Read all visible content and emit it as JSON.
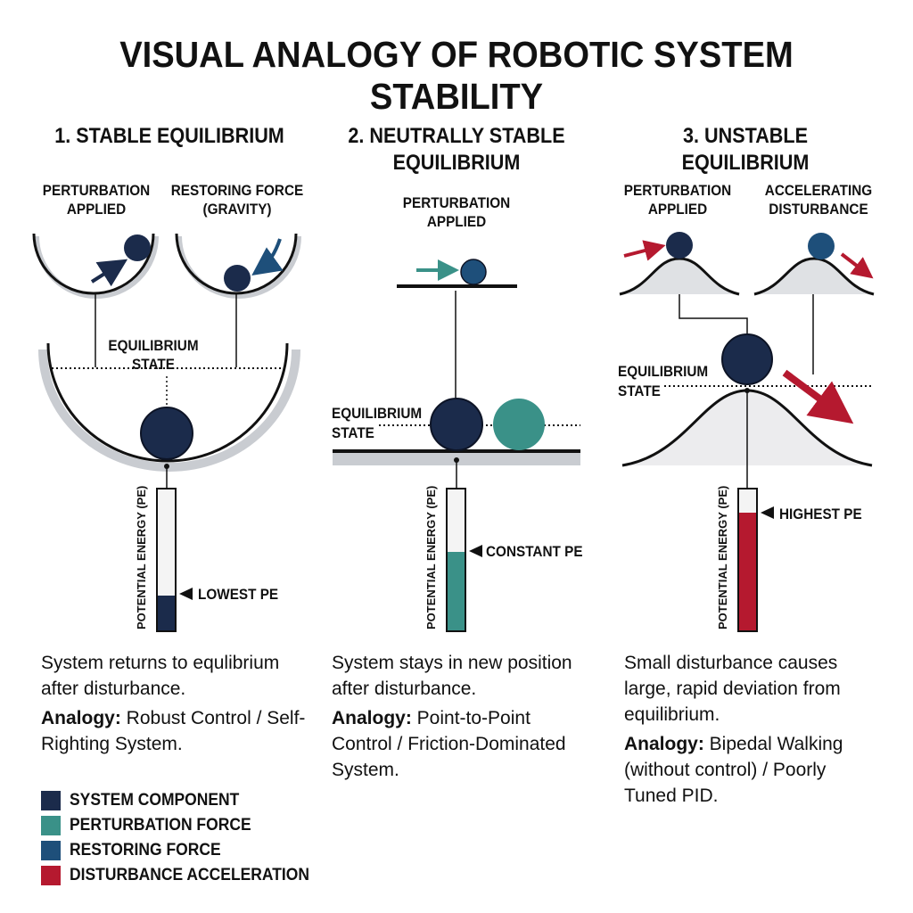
{
  "title": "VISUAL ANALOGY OF ROBOTIC SYSTEM STABILITY",
  "colors": {
    "system_component": "#1b2b4b",
    "perturbation_force": "#3a9188",
    "restoring_force": "#1e4f7a",
    "disturbance_acceleration": "#b5192f",
    "shadow": "#c9ccd1"
  },
  "columns": [
    {
      "heading": "1. STABLE EQUILIBRIUM",
      "sub_left": [
        "PERTURBATION",
        "APPLIED"
      ],
      "sub_right": [
        "RESTORING FORCE",
        "(GRAVITY)"
      ],
      "state_label": [
        "EQUILIBRIUM",
        "STATE"
      ],
      "pe_axis": "POTENTIAL ENERGY (PE)",
      "pe_label": "LOWEST PE",
      "pe_level": 0.22,
      "desc": "System returns to equlibrium after disturbance.",
      "analogy_label": "Analogy:",
      "analogy": " Robust Control / Self-Righting System."
    },
    {
      "heading": [
        "2. NEUTRALLY STABLE",
        "EQUILIBRIUM"
      ],
      "sub": [
        "PERTURBATION",
        "APPLIED"
      ],
      "state_label": [
        "EQUILIBRIUM",
        "STATE"
      ],
      "pe_axis": "POTENTIAL ENERGY (PE)",
      "pe_label": "CONSTANT PE",
      "pe_level": 0.58,
      "desc": "System stays in new position after disturbance.",
      "analogy_label": "Analogy:",
      "analogy": " Point-to-Point Control / Friction-Dominated System."
    },
    {
      "heading": "3. UNSTABLE EQUILIBRIUM",
      "sub_left": [
        "PERTURBATION",
        "APPLIED"
      ],
      "sub_right": [
        "ACCELERATING",
        "DISTURBANCE"
      ],
      "state_label": [
        "EQUILIBRIUM",
        "STATE"
      ],
      "pe_axis": "POTENTIAL ENERGY (PE)",
      "pe_label": "HIGHEST PE",
      "pe_level": 0.85,
      "desc": "Small disturbance causes large, rapid deviation from equilibrium.",
      "analogy_label": "Analogy:",
      "analogy": " Bipedal Walking (without control) / Poorly Tuned PID."
    }
  ],
  "legend": [
    {
      "label": "SYSTEM COMPONENT",
      "color": "#1b2b4b"
    },
    {
      "label": "PERTURBATION FORCE",
      "color": "#3a9188"
    },
    {
      "label": "RESTORING FORCE",
      "color": "#1e4f7a"
    },
    {
      "label": "DISTURBANCE ACCELERATION",
      "color": "#b5192f"
    }
  ]
}
